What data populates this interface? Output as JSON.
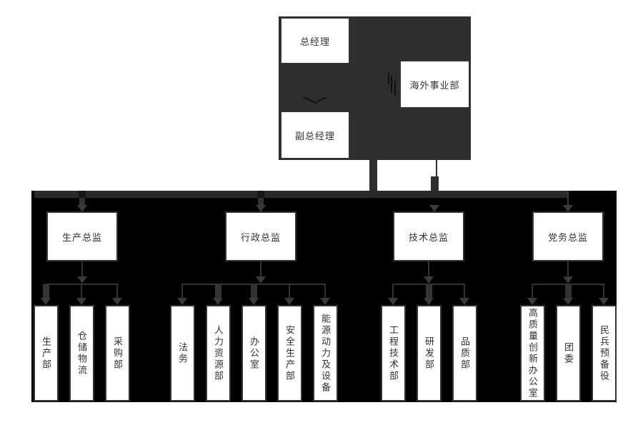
{
  "org": {
    "top": {
      "general_manager": "总经理",
      "overseas_dept": "海外事业部",
      "deputy_general_manager": "副总经理"
    },
    "groups": [
      {
        "director": "生产总监",
        "departments": [
          "生产部",
          "仓储物流",
          "采购部"
        ]
      },
      {
        "director": "行政总监",
        "departments": [
          "法务",
          "人力资源部",
          "办公室",
          "安全生产部",
          "能源动力及设备"
        ]
      },
      {
        "director": "技术总监",
        "departments": [
          "工程技术部",
          "研发部",
          "品质部"
        ]
      },
      {
        "director": "党务总监",
        "departments": [
          "高质量创新办公室",
          "团委",
          "民兵预备役"
        ]
      }
    ],
    "colors": {
      "exec_panel_bg": "#2e2e2e",
      "band_bg": "#000000",
      "box_bg": "#ffffff",
      "box_border": "#333333",
      "text": "#333333",
      "connector": "#333333"
    }
  }
}
